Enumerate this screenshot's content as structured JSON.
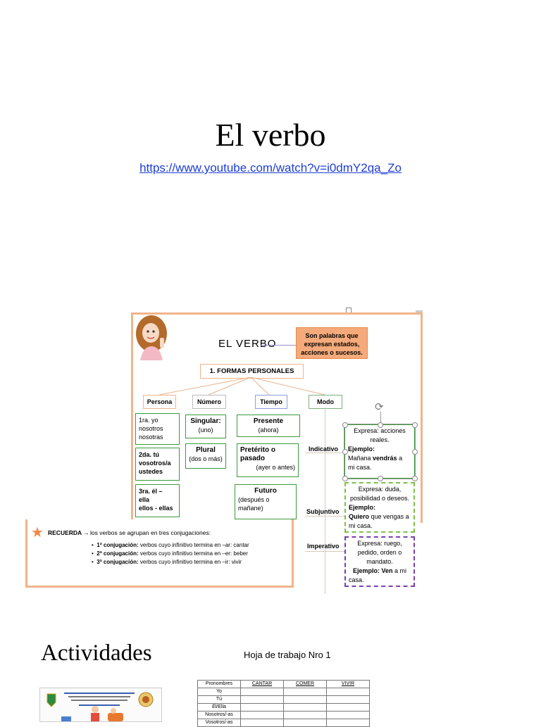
{
  "slide": {
    "title": "El verbo",
    "link": "https://www.youtube.com/watch?v=i0dmY2qa_Zo"
  },
  "figure": {
    "title": "EL VERBO",
    "definition": [
      "Son palabras que",
      "expresan estados,",
      "acciones o sucesos."
    ],
    "formas": "1. FORMAS PERSONALES",
    "categories": {
      "persona": "Persona",
      "numero": "Número",
      "tiempo": "Tiempo",
      "modo": "Modo"
    },
    "persona": [
      [
        "1ra. yo",
        "nosotros",
        "nosotras"
      ],
      [
        "2da. tú",
        "vosotros/a",
        "ustedes"
      ],
      [
        "3ra. él –",
        "ella",
        "ellos - ellas"
      ]
    ],
    "numero": {
      "singular": "Singular:",
      "singular_ex": "(uno)",
      "plural": "Plural",
      "plural_ex": "(dos o más)"
    },
    "tiempo": {
      "presente": "Presente",
      "presente_ex": "(ahora)",
      "preterito": "Pretérito o",
      "preterito2": "pasado",
      "preterito_ex": "(ayer o antes)",
      "futuro": "Futuro",
      "futuro_ex1": "(después o",
      "futuro_ex2": "mañane)"
    },
    "modos": {
      "indicativo": "Indicativo",
      "subjuntivo": "Subjuntivo",
      "imperativo": "Imperativo"
    },
    "indicativo_box": {
      "l1": "Expresa: acciones",
      "l2": "reales.",
      "ej": "Ejemplo:",
      "l3": "Mañana",
      "bold": "vendrás",
      "l4": "a",
      "l5": "mi casa."
    },
    "subjuntivo_box": {
      "l1": "Expresa: duda,",
      "l2": "posibilidad o deseos.",
      "ej": "Ejemplo:",
      "bold": "Quiero",
      "l3": "que vengas a",
      "l4": "mi casa."
    },
    "imperativo_box": {
      "l1": "Expresa: ruego,",
      "l2": "pedido, orden o",
      "l3": "mandato.",
      "ej": "Ejemplo:",
      "bold": "Ven",
      "l4": "a mi",
      "l5": "casa."
    },
    "recuerda": {
      "label": "RECUERDA →",
      "text": "los verbos se agrupan en tres conjugaciones:",
      "items": [
        {
          "label": "1ª conjugación:",
          "text": "verbos cuyo infinitivo termina en –ar: cantar"
        },
        {
          "label": "2ª conjugación:",
          "text": "verbos cuyo infinitivo termina en –er: beber"
        },
        {
          "label": "3ª conjugación:",
          "text": "verbos cuyo infinitivo termina en –ir: vivir"
        }
      ]
    }
  },
  "activities": {
    "title": "Actividades",
    "worksheet_title": "Hoja de trabajo Nro 1",
    "table_headers": [
      "Pronombres",
      "CANTAR",
      "COMER",
      "VIVIR"
    ],
    "pronouns": [
      "Yo",
      "Tú",
      "Él/Ella",
      "Nosotros/-as",
      "Vosotros/-as"
    ]
  },
  "colors": {
    "accent_orange": "#f4aa7b",
    "link_blue": "#1d3ed6",
    "frame_peach": "#f0b48a"
  }
}
